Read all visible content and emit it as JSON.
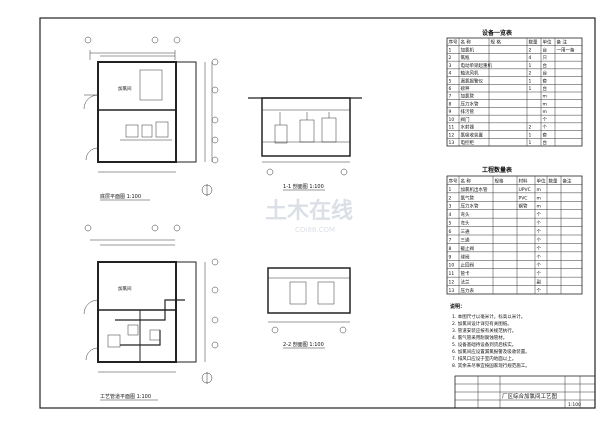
{
  "drawing": {
    "plans": {
      "upper_plan_caption": "底层平面图 1:100",
      "lower_plan_caption": "工艺管道平面图 1:100",
      "room_label_upper": "加氯间",
      "room_label_lower": "加氯间"
    },
    "sections": {
      "section_1_caption": "1-1 剖面图 1:100",
      "section_2_caption": "2-2 剖面图 1:100"
    },
    "equipment_table": {
      "title": "设备一览表",
      "headers": [
        "序号",
        "名 称",
        "规 格",
        "数量",
        "单位",
        "备 注"
      ],
      "rows": [
        [
          "1",
          "加氯机",
          "",
          "2",
          "台",
          "一用一备"
        ],
        [
          "2",
          "氯瓶",
          "",
          "4",
          "只",
          ""
        ],
        [
          "3",
          "电动单梁起重机",
          "",
          "1",
          "台",
          ""
        ],
        [
          "4",
          "轴流风机",
          "",
          "2",
          "台",
          ""
        ],
        [
          "5",
          "漏氯报警仪",
          "",
          "1",
          "套",
          ""
        ],
        [
          "6",
          "磅秤",
          "",
          "1",
          "台",
          ""
        ],
        [
          "7",
          "加氯管",
          "",
          "",
          "m",
          ""
        ],
        [
          "8",
          "压力水管",
          "",
          "",
          "m",
          ""
        ],
        [
          "9",
          "排污管",
          "",
          "",
          "m",
          ""
        ],
        [
          "10",
          "阀门",
          "",
          "",
          "个",
          ""
        ],
        [
          "11",
          "水射器",
          "",
          "2",
          "个",
          ""
        ],
        [
          "12",
          "氯吸收装置",
          "",
          "1",
          "套",
          ""
        ],
        [
          "13",
          "电控柜",
          "",
          "1",
          "台",
          ""
        ]
      ]
    },
    "material_table": {
      "title": "工程数量表",
      "headers": [
        "序号",
        "名 称",
        "规格",
        "材料",
        "单位",
        "数量",
        "备注"
      ],
      "rows": [
        [
          "1",
          "加氯机出水管",
          "",
          "UPVC",
          "m",
          "",
          ""
        ],
        [
          "2",
          "氯气管",
          "",
          "PVC",
          "m",
          "",
          ""
        ],
        [
          "3",
          "压力水管",
          "",
          "钢管",
          "m",
          "",
          ""
        ],
        [
          "4",
          "弯头",
          "",
          "",
          "个",
          "",
          ""
        ],
        [
          "5",
          "弯头",
          "",
          "",
          "个",
          "",
          ""
        ],
        [
          "6",
          "三通",
          "",
          "",
          "个",
          "",
          ""
        ],
        [
          "7",
          "三通",
          "",
          "",
          "个",
          "",
          ""
        ],
        [
          "8",
          "截止阀",
          "",
          "",
          "个",
          "",
          ""
        ],
        [
          "9",
          "球阀",
          "",
          "",
          "个",
          "",
          ""
        ],
        [
          "10",
          "止回阀",
          "",
          "",
          "个",
          "",
          ""
        ],
        [
          "11",
          "管卡",
          "",
          "",
          "个",
          "",
          ""
        ],
        [
          "12",
          "法兰",
          "",
          "",
          "副",
          "",
          ""
        ],
        [
          "13",
          "压力表",
          "",
          "",
          "个",
          "",
          ""
        ]
      ]
    },
    "notes": {
      "heading": "说明：",
      "lines": [
        "1. 本图尺寸以毫米计，标高以米计。",
        "2. 加氯间设计详见有关图纸。",
        "3. 管道安装应按有关规范执行。",
        "4. 氯气管采用耐腐蚀管材。",
        "5. 设备基础待设备到货后核实。",
        "6. 加氯间应设置漏氯报警及吸收装置。",
        "7. 排风口应设于室内地面以上。",
        "8. 其余未尽事宜按国家现行规范施工。"
      ]
    },
    "title_block": {
      "drawing_title": "厂区综合加氯间工艺图",
      "scale": "1:100"
    },
    "watermark": {
      "text": "土木在线",
      "sub": "COI88.COM"
    }
  }
}
